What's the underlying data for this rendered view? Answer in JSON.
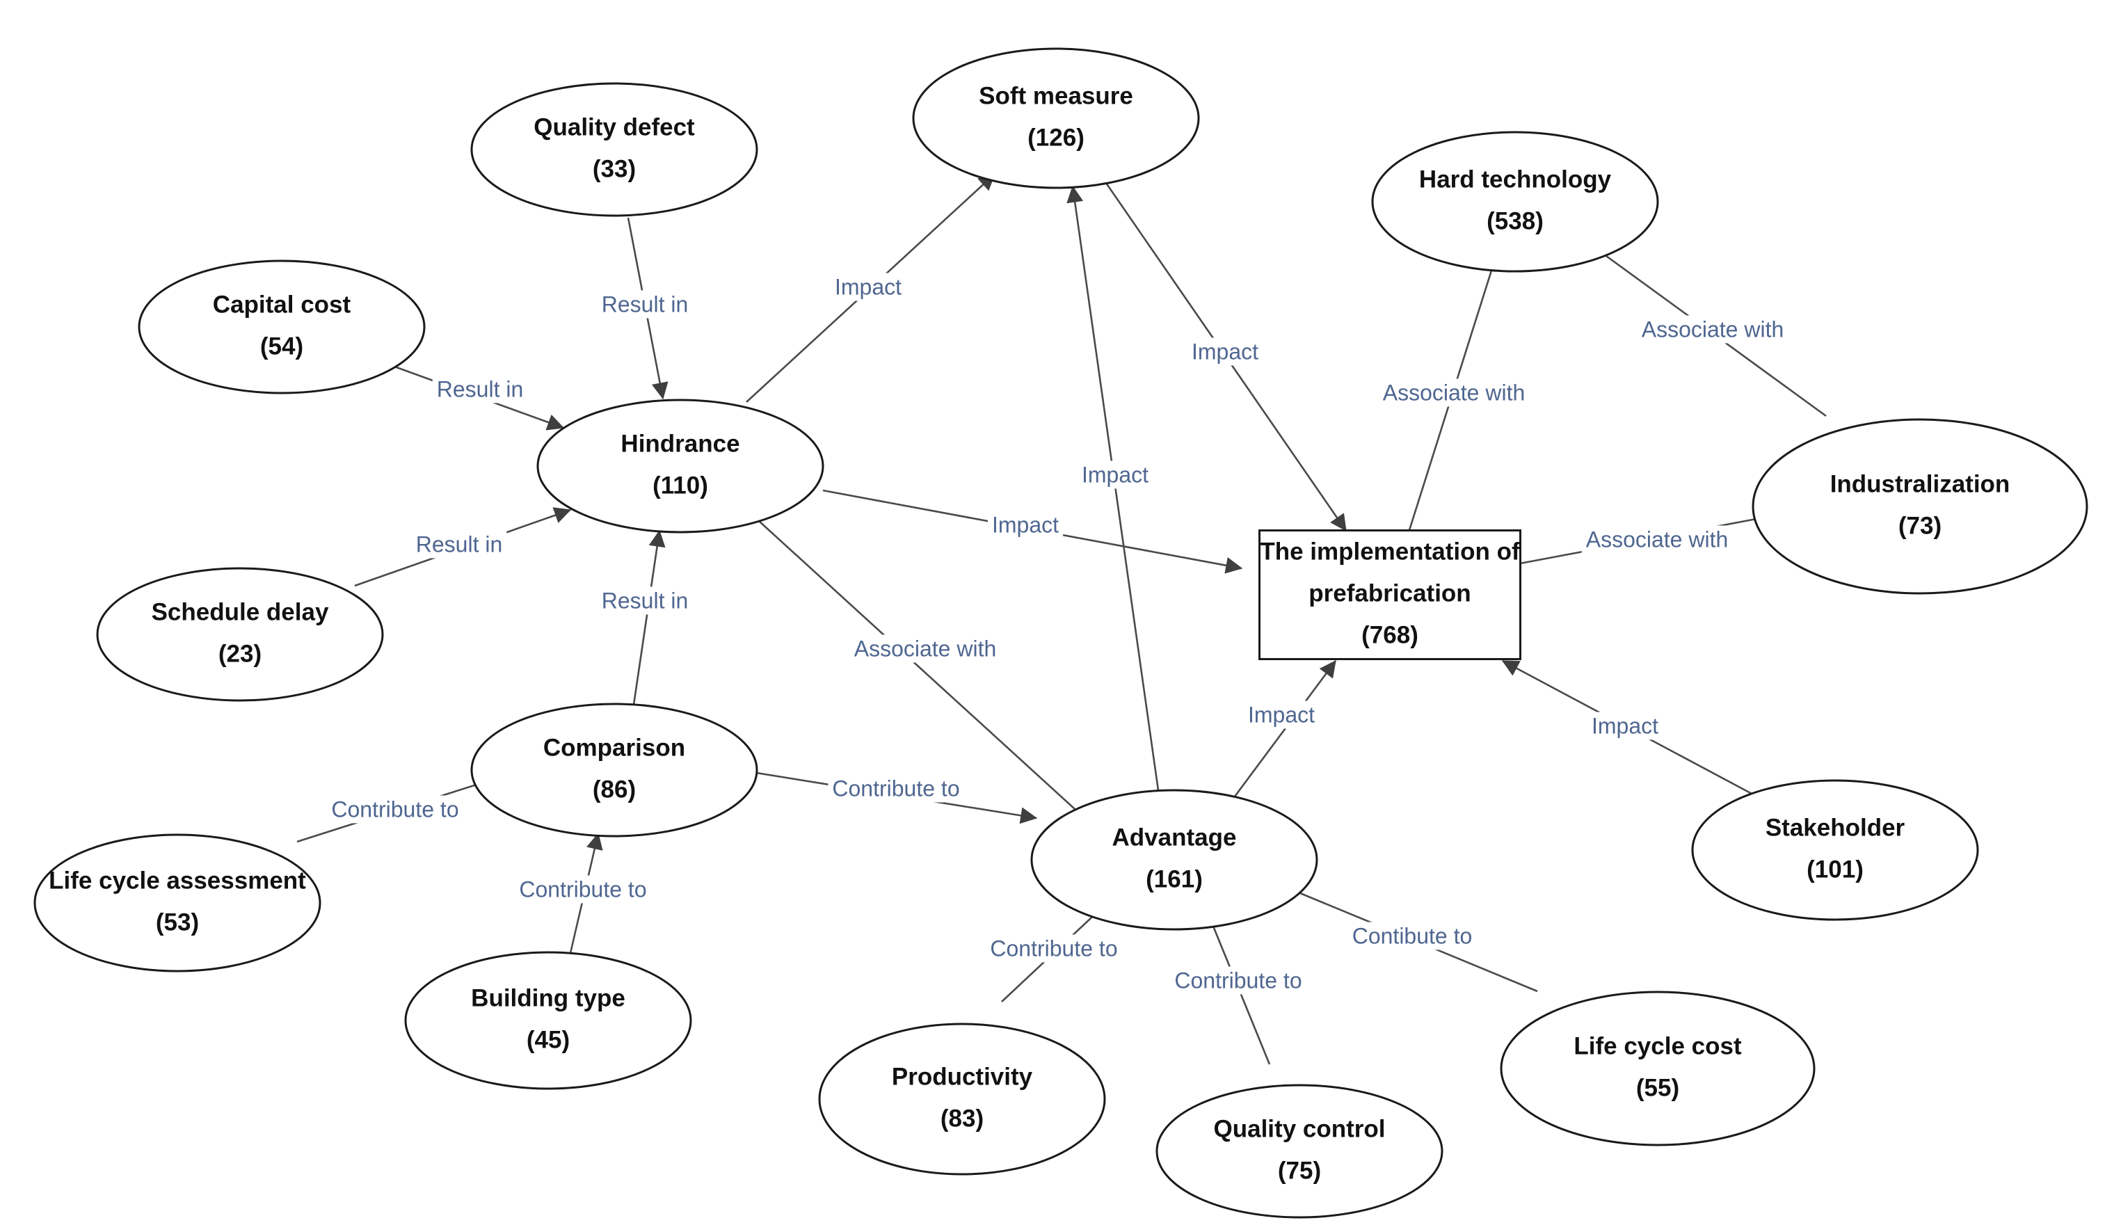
{
  "colors": {
    "edge_label": "#4f6690",
    "edge_line": "#4a4a4a",
    "node_stroke": "#1a1a1a"
  },
  "nodes": [
    {
      "id": "impl",
      "shape": "rect",
      "lines": [
        "The implementation of",
        "prefabrication"
      ],
      "count": "(768)"
    },
    {
      "id": "soft",
      "shape": "ellipse",
      "lines": [
        "Soft measure"
      ],
      "count": "(126)"
    },
    {
      "id": "quality_defect",
      "shape": "ellipse",
      "lines": [
        "Quality defect"
      ],
      "count": "(33)"
    },
    {
      "id": "hard",
      "shape": "ellipse",
      "lines": [
        "Hard technology"
      ],
      "count": "(538)"
    },
    {
      "id": "capital",
      "shape": "ellipse",
      "lines": [
        "Capital cost"
      ],
      "count": "(54)"
    },
    {
      "id": "hindrance",
      "shape": "ellipse",
      "lines": [
        "Hindrance"
      ],
      "count": "(110)"
    },
    {
      "id": "industrial",
      "shape": "ellipse",
      "lines": [
        "Industralization"
      ],
      "count": "(73)"
    },
    {
      "id": "schedule",
      "shape": "ellipse",
      "lines": [
        "Schedule delay"
      ],
      "count": "(23)"
    },
    {
      "id": "comparison",
      "shape": "ellipse",
      "lines": [
        "Comparison"
      ],
      "count": "(86)"
    },
    {
      "id": "advantage",
      "shape": "ellipse",
      "lines": [
        "Advantage"
      ],
      "count": "(161)"
    },
    {
      "id": "stakeholder",
      "shape": "ellipse",
      "lines": [
        "Stakeholder"
      ],
      "count": "(101)"
    },
    {
      "id": "lca",
      "shape": "ellipse",
      "lines": [
        "Life cycle assessment"
      ],
      "count": "(53)"
    },
    {
      "id": "building",
      "shape": "ellipse",
      "lines": [
        "Building type"
      ],
      "count": "(45)"
    },
    {
      "id": "productivity",
      "shape": "ellipse",
      "lines": [
        "Productivity"
      ],
      "count": "(83)"
    },
    {
      "id": "lcc",
      "shape": "ellipse",
      "lines": [
        "Life cycle cost"
      ],
      "count": "(55)"
    },
    {
      "id": "qc",
      "shape": "ellipse",
      "lines": [
        "Quality control"
      ],
      "count": "(75)"
    }
  ],
  "edges": [
    {
      "id": "e1",
      "from": "quality_defect",
      "to": "hindrance",
      "label": "Result in",
      "arrow": true
    },
    {
      "id": "e2",
      "from": "capital",
      "to": "hindrance",
      "label": "Result in",
      "arrow": true
    },
    {
      "id": "e3",
      "from": "schedule",
      "to": "hindrance",
      "label": "Result in",
      "arrow": true
    },
    {
      "id": "e4",
      "from": "comparison",
      "to": "hindrance",
      "label": "Result in",
      "arrow": true
    },
    {
      "id": "e5",
      "from": "hindrance",
      "to": "soft",
      "label": "Impact",
      "arrow": true
    },
    {
      "id": "e6",
      "from": "hindrance",
      "to": "impl",
      "label": "Impact",
      "arrow": true
    },
    {
      "id": "e7",
      "from": "hindrance",
      "to": "advantage",
      "label": "Associate with",
      "arrow": false
    },
    {
      "id": "e8",
      "from": "soft",
      "to": "impl",
      "label": "Impact",
      "arrow": true
    },
    {
      "id": "e9",
      "from": "advantage",
      "to": "soft",
      "label": "Impact",
      "arrow": true
    },
    {
      "id": "e10",
      "from": "hard",
      "to": "impl",
      "label": "Associate with",
      "arrow": false
    },
    {
      "id": "e11",
      "from": "hard",
      "to": "industrial",
      "label": "Associate with",
      "arrow": false
    },
    {
      "id": "e12",
      "from": "industrial",
      "to": "impl",
      "label": "Associate with",
      "arrow": false
    },
    {
      "id": "e13",
      "from": "advantage",
      "to": "impl",
      "label": "Impact",
      "arrow": true
    },
    {
      "id": "e14",
      "from": "stakeholder",
      "to": "impl",
      "label": "Impact",
      "arrow": true
    },
    {
      "id": "e15",
      "from": "comparison",
      "to": "advantage",
      "label": "Contribute to",
      "arrow": true
    },
    {
      "id": "e16",
      "from": "lca",
      "to": "comparison",
      "label": "Contribute to",
      "arrow": true
    },
    {
      "id": "e17",
      "from": "building",
      "to": "comparison",
      "label": "Contribute to",
      "arrow": true
    },
    {
      "id": "e18",
      "from": "productivity",
      "to": "advantage",
      "label": "Contribute to",
      "arrow": true
    },
    {
      "id": "e19",
      "from": "qc",
      "to": "advantage",
      "label": "Contribute to",
      "arrow": true
    },
    {
      "id": "e20",
      "from": "lcc",
      "to": "advantage",
      "label": "Contibute to",
      "arrow": true
    }
  ]
}
